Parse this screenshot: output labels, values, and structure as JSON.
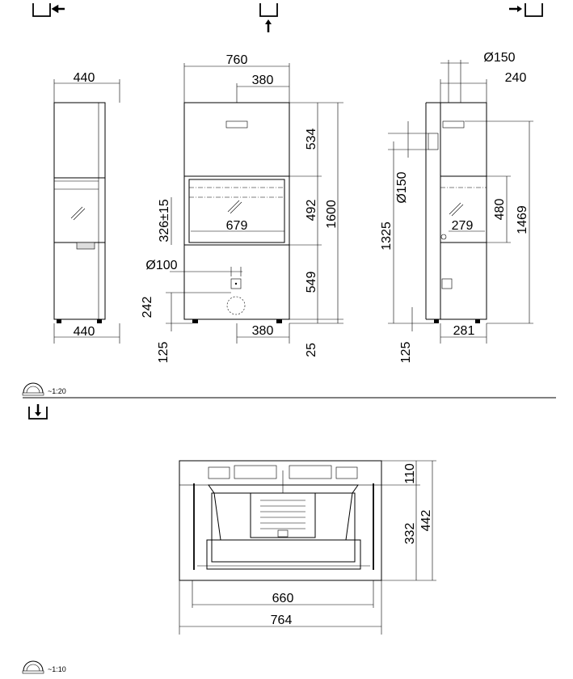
{
  "views": {
    "left_side": {
      "width_top": "440",
      "width_bottom": "440"
    },
    "front": {
      "width_total": "760",
      "width_half": "380",
      "width_half_bottom": "380",
      "height_top": "534",
      "height_fire": "492",
      "height_bottom": "549",
      "height_total": "1600",
      "feet": "25",
      "fire_offset": "326±15",
      "glass_width": "679",
      "flue_diameter": "Ø100",
      "air_height": "242",
      "base_height": "125"
    },
    "right_side": {
      "flue_diameter_top": "Ø150",
      "offset_top": "240",
      "flue_diameter_side": "Ø150",
      "height_side_flue": "1325",
      "height_glass": "480",
      "height_top_flue": "1469",
      "glass_depth": "279",
      "base_height": "125",
      "depth_bottom": "281"
    },
    "top_view": {
      "height_front": "110",
      "height_inner": "332",
      "height_total": "442",
      "width_inner": "660",
      "width_total": "764"
    }
  },
  "scales": {
    "upper": "~1:20",
    "lower": "~1:10"
  }
}
